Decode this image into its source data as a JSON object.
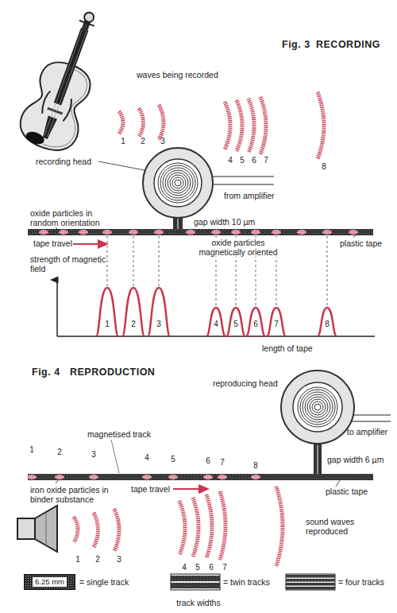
{
  "diagram": {
    "nodes": [
      {
        "text": [
          "6.25 mm"
        ]
      }
    ],
    "labels": [
      "Fig. 3",
      "RECORDING",
      "waves being recorded",
      "1",
      "2",
      "3",
      "4",
      "5",
      "6",
      "7",
      "8",
      "recording head",
      "from amplifier",
      "oxide particles in random orientation",
      "gap width 10 µm",
      "tape travel",
      "oxide particles magnetically oriented",
      "plastic tape",
      "strength of magnetic field",
      "1",
      "2",
      "3",
      "4",
      "5",
      "6",
      "7",
      "8",
      "length of tape",
      "Fig. 4",
      "REPRODUCTION",
      "reproducing head",
      "magnetised track",
      "1",
      "2",
      "3",
      "4",
      "5",
      "6",
      "7",
      "8",
      "to amplifier",
      "gap width 6 µm",
      "tape travel",
      "iron oxide particles in binder substance",
      "plastic tape",
      "1",
      "2",
      "3",
      "4",
      "5",
      "6",
      "7",
      "sound waves reproduced",
      "= single track",
      "= twin tracks",
      "= four tracks",
      "track widths"
    ]
  }
}
